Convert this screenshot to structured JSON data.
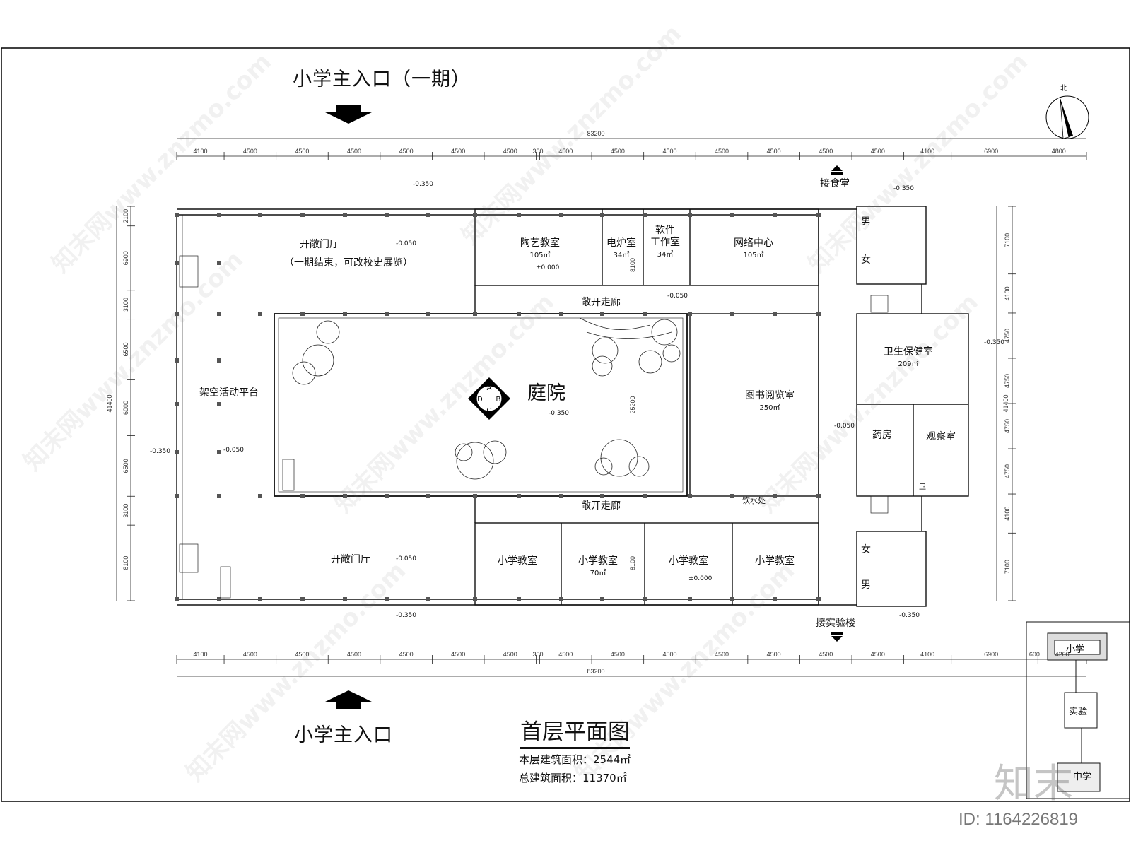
{
  "entrances": {
    "top": "小学主入口（一期）",
    "bottom": "小学主入口",
    "dining": "接食堂",
    "lab": "接实验楼"
  },
  "north_label": "北",
  "drawing_title": "首层平面图",
  "floor_area": "本层建筑面积：2544㎡",
  "total_area": "总建筑面积：11370㎡",
  "rooms": {
    "hall_top": "开敞门厅",
    "hall_top_note": "（一期结束，可改校史展览）",
    "pottery": "陶艺教室",
    "pottery_area": "105㎡",
    "kiln": "电炉室",
    "kiln_area": "34㎡",
    "software_1": "软件",
    "software_2": "工作室",
    "software_area": "34㎡",
    "network": "网络中心",
    "network_area": "105㎡",
    "corridor_top": "敞开走廊",
    "corridor_bottom": "敞开走廊",
    "courtyard": "庭院",
    "platform": "架空活动平台",
    "library": "图书阅览室",
    "library_area": "250㎡",
    "health": "卫生保健室",
    "health_area": "209㎡",
    "pharmacy": "药房",
    "observation": "观察室",
    "wc_small": "卫",
    "hall_bottom": "开敞门厅",
    "classroom_1": "小学教室",
    "classroom_2": "小学教室",
    "classroom_2_area": "70㎡",
    "classroom_3": "小学教室",
    "classroom_4": "小学教室",
    "male_top": "男",
    "female_top": "女",
    "female_bottom": "女",
    "male_bottom": "男",
    "drinking": "饮水处"
  },
  "levels": {
    "ext": "-0.350",
    "int": "-0.050",
    "zero": "±0.000"
  },
  "dimensions": {
    "total_width": "83200",
    "total_depth": "41400",
    "top_bays": [
      "4100",
      "4500",
      "4500",
      "4500",
      "4500",
      "4500",
      "4500",
      "300",
      "4500",
      "4500",
      "4500",
      "4500",
      "4500",
      "4500",
      "4500",
      "4100",
      "6900",
      "4800"
    ],
    "bottom_bays": [
      "4100",
      "4500",
      "4500",
      "4500",
      "4500",
      "4500",
      "4500",
      "300",
      "4500",
      "4500",
      "4500",
      "4500",
      "4500",
      "4500",
      "4500",
      "4100",
      "6900",
      "600",
      "4200"
    ],
    "left_bays": [
      "2100",
      "6900",
      "3100",
      "6500",
      "6000",
      "6500",
      "3100",
      "8100"
    ],
    "right_bays": [
      "7100",
      "4100",
      "4750",
      "4750",
      "4750",
      "4750",
      "4100",
      "7100"
    ],
    "courtyard_depth": "25200",
    "room_depth": "8100"
  },
  "key_plan": {
    "primary": "小学",
    "lab": "实验",
    "middle": "中学"
  },
  "grid_letters": [
    "A",
    "B",
    "C",
    "D"
  ],
  "watermark": "知末网www.znzmo.com",
  "logo_text": "知末",
  "id_text": "ID: 1164226819"
}
